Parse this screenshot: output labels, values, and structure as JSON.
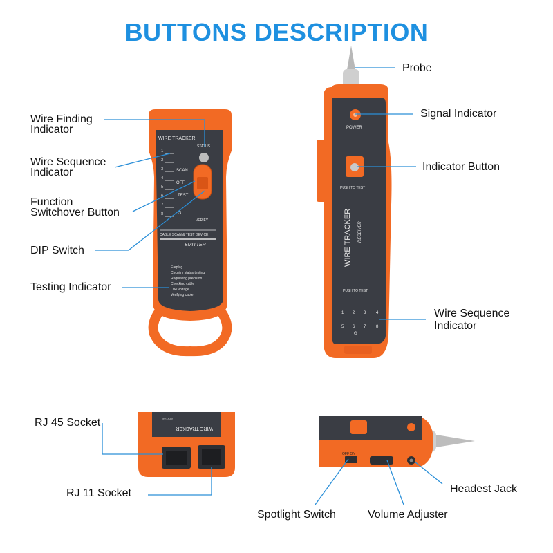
{
  "title": "BUTTONS DESCRIPTION",
  "colors": {
    "title": "#1e90e0",
    "leader": "#2a8fd8",
    "device_orange": "#f26a24",
    "device_panel": "#3a3d44",
    "device_text": "#e8e8e8"
  },
  "emitter": {
    "panel_title": "WIRE TRACKER",
    "status": "STATUS",
    "scan": "SCAN",
    "off": "OFF",
    "test": "TEST",
    "verify": "VERIFY",
    "ground": "G",
    "pins": [
      "1",
      "2",
      "3",
      "4",
      "5",
      "6",
      "7",
      "8"
    ],
    "caption": "CABLE SCAN & TEST DEVICE",
    "model": "EMITTER",
    "functions": [
      "Earplug",
      "Circuitry status testing",
      "Regulating precision",
      "Checking cable",
      "Low voltage",
      "Verifying cable"
    ]
  },
  "receiver": {
    "power": "POWER",
    "push_to_test_top": "PUSH TO TEST",
    "name": "WIRE TRACKER",
    "sub": "RECEIVER",
    "push_to_test_bottom": "PUSH TO TEST",
    "pins_row1": [
      "1",
      "2",
      "3",
      "4"
    ],
    "pins_row2": [
      "5",
      "6",
      "7",
      "8"
    ],
    "ground": "G"
  },
  "socket_view": {
    "plate": "WIRE TRACKER",
    "status": "STATUS"
  },
  "switch_view": {
    "off_on": "OFF  ON"
  },
  "labels": {
    "probe": "Probe",
    "signal_indicator": "Signal Indicator",
    "indicator_button": "Indicator Button",
    "wire_sequence_indicator_right_1": "Wire Sequence",
    "wire_sequence_indicator_right_2": "Indicator",
    "wire_finding_1": "Wire Finding",
    "wire_finding_2": "Indicator",
    "wire_sequence_left_1": "Wire Sequence",
    "wire_sequence_left_2": "Indicator",
    "function_switch_1": "Function",
    "function_switch_2": "Switchover Button",
    "dip_switch": "DIP Switch",
    "testing_indicator": "Testing Indicator",
    "rj45": "RJ 45 Socket",
    "rj11": "RJ 11 Socket",
    "spotlight_switch": "Spotlight Switch",
    "volume_adjuster": "Volume Adjuster",
    "headset_jack": "Headest Jack"
  }
}
